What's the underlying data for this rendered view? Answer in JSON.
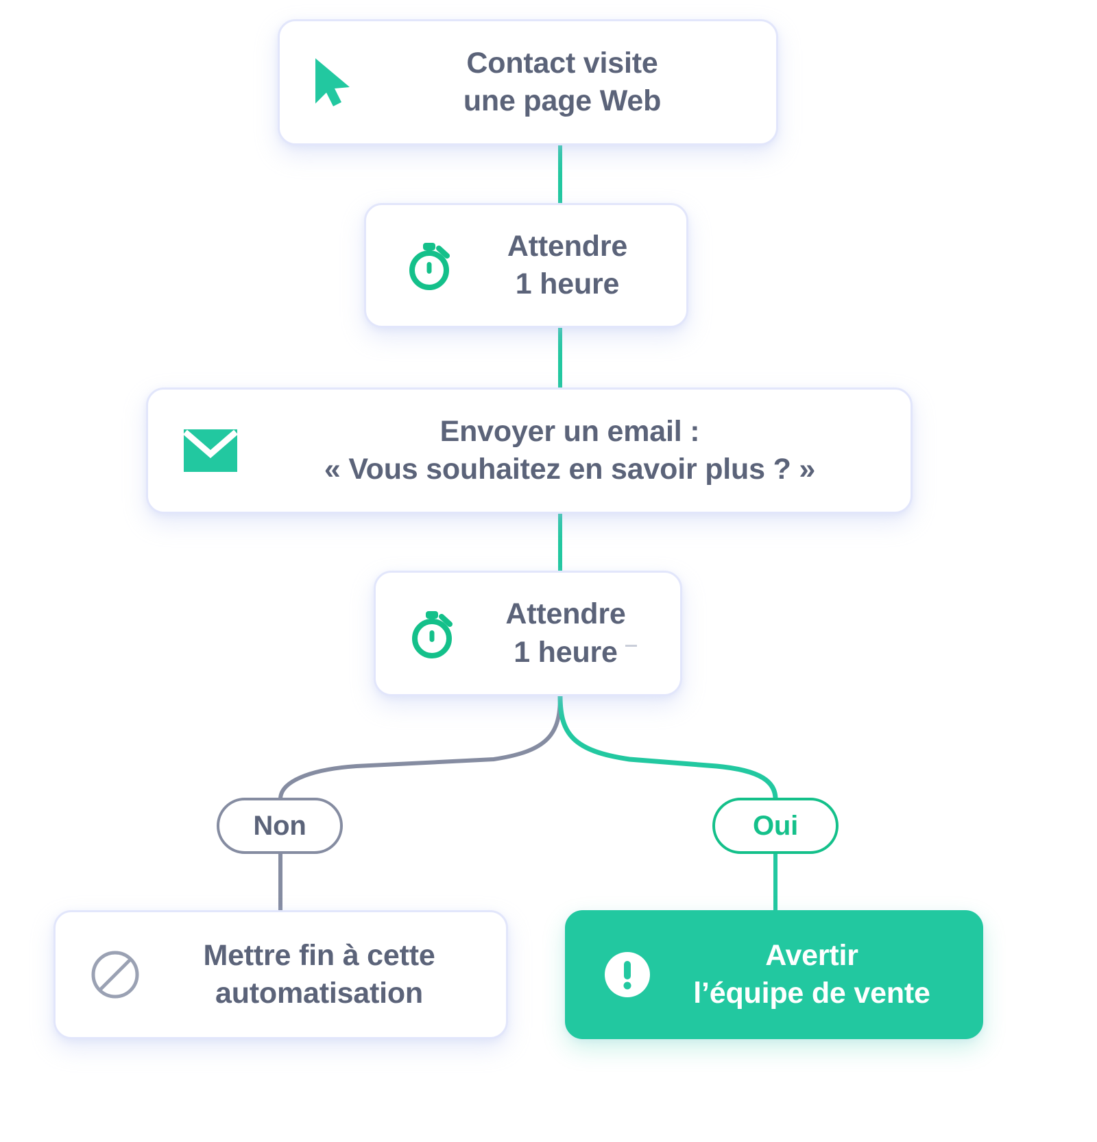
{
  "diagram": {
    "title": "Automatisation marketing - parcours contact",
    "accent_green": "#22c8a0",
    "pill_green": "#14c08a",
    "text_slate": "#5b6379",
    "card_border": "#e2e6fb",
    "gray_line": "#858ca1"
  },
  "nodes": {
    "trigger": {
      "icon": "cursor-arrow-icon",
      "label": "Contact visite\nune page Web"
    },
    "wait_1": {
      "icon": "stopwatch-icon",
      "label": "Attendre\n1 heure"
    },
    "email": {
      "icon": "envelope-icon",
      "label": "Envoyer un email :\n« Vous souhaitez en savoir plus ? »"
    },
    "wait_2": {
      "icon": "stopwatch-icon",
      "label": "Attendre\n1 heure"
    },
    "end": {
      "icon": "prohibited-icon",
      "label": "Mettre fin à cette\nautomatisation"
    },
    "alert": {
      "icon": "exclamation-circle-icon",
      "label": "Avertir\nl’équipe de vente"
    }
  },
  "branches": {
    "no_label": "Non",
    "yes_label": "Oui"
  }
}
